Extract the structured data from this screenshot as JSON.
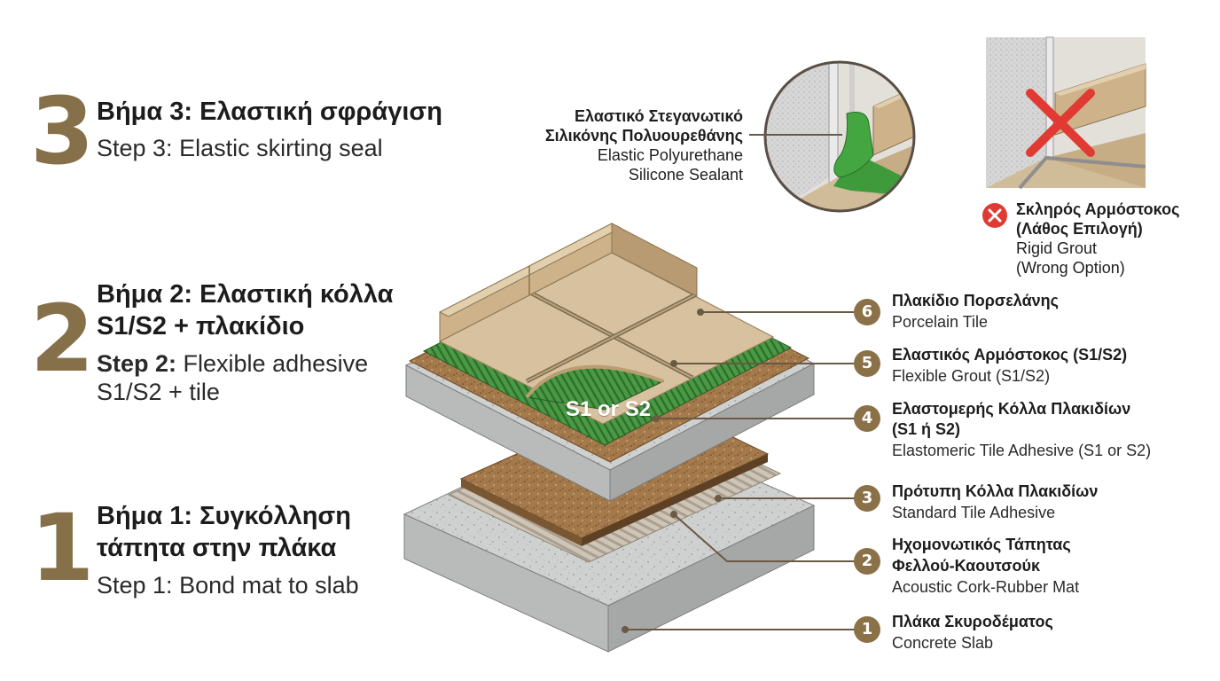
{
  "steps": [
    {
      "number": "3",
      "title_gr": "Βήμα 3: Ελαστική σφράγιση",
      "title_en": "Step 3: Elastic skirting seal"
    },
    {
      "number": "2",
      "title_gr_1": "Βήμα 2: Ελαστική κόλλα",
      "title_gr_2": "S1/S2 + πλακίδιο",
      "title_en_bold": "Step 2:",
      "title_en_1": " Flexible adhesive",
      "title_en_2": "S1/S2 + tile"
    },
    {
      "number": "1",
      "title_gr_1": "Βήμα 1: Συγκόλληση",
      "title_gr_2": "τάπητα στην πλάκα",
      "title_en": "Step 1: Bond mat to slab"
    }
  ],
  "sealant_callout": {
    "gr_1": "Ελαστικό Στεγανωτικό",
    "gr_2": "Σιλικόνης Πολυουρεθάνης",
    "en_1": "Elastic Polyurethane",
    "en_2": "Silicone Sealant"
  },
  "wrong_option": {
    "icon": "cross-circle-icon",
    "gr_1": "Σκληρός Αρμόστοκος",
    "gr_2": "(Λάθος Επιλογή)",
    "en_1": "Rigid Grout",
    "en_2": "(Wrong Option)"
  },
  "adhesive_label": "S1 or S2",
  "layers": [
    {
      "num": "6",
      "gr": "Πλακίδιο Πορσελάνης",
      "en": "Porcelain Tile"
    },
    {
      "num": "5",
      "gr": "Ελαστικός Αρμόστοκος (S1/S2)",
      "en": "Flexible Grout (S1/S2)"
    },
    {
      "num": "4",
      "gr_1": "Ελαστομερής Κόλλα Πλακιδίων",
      "gr_2": "(S1 ή S2)",
      "en": "Elastomeric Tile Adhesive (S1 or S2)"
    },
    {
      "num": "3",
      "gr": "Πρότυπη Κόλλα Πλακιδίων",
      "en": "Standard Tile Adhesive"
    },
    {
      "num": "2",
      "gr_1": "Ηχομονωτικός Τάπητας",
      "gr_2": "Φελλού-Καουτσούκ",
      "en": "Acoustic Cork-Rubber Mat"
    },
    {
      "num": "1",
      "gr": "Πλάκα Σκυροδέματος",
      "en": "Concrete Slab"
    }
  ],
  "colors": {
    "step_number": "#86704a",
    "badge": "#8a7148",
    "tile": "#d6bf9c",
    "cork": "#a0774c",
    "adhesive_green": "#3d8a3a",
    "concrete": "#cfd0d0",
    "error_red": "#e03a33"
  }
}
